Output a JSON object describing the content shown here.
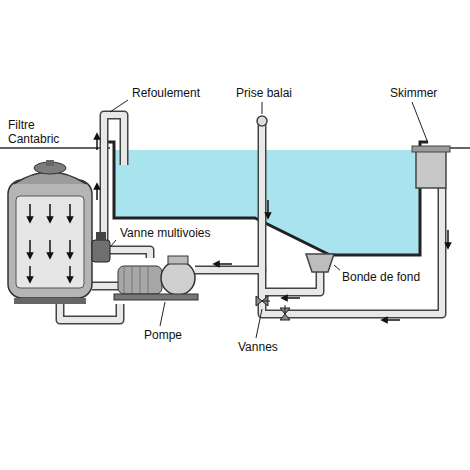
{
  "diagram": {
    "labels": [
      "Refoulement",
      "Prise balai",
      "Skimmer",
      "Filtre Cantabric",
      "Vanne multivoies",
      "Bonde de fond",
      "Pompe",
      "Vannes"
    ]
  }
}
